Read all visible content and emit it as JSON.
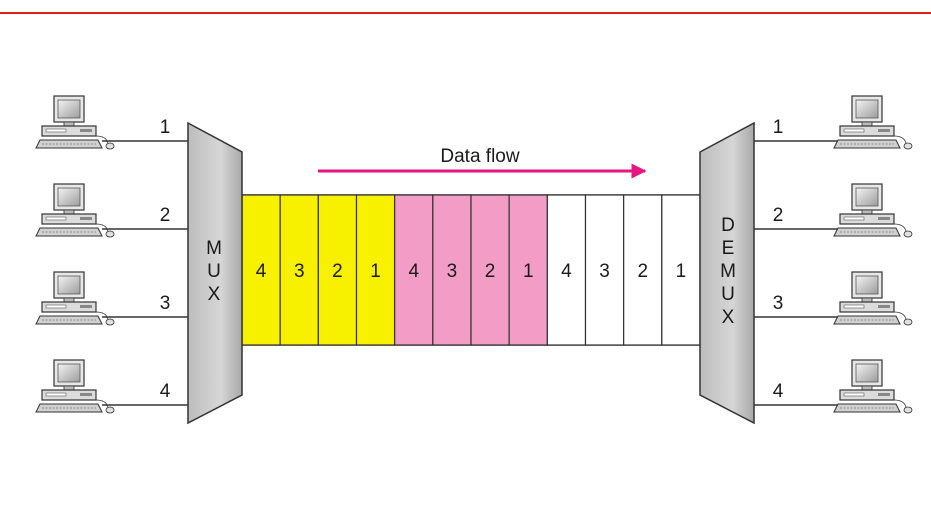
{
  "diagram": {
    "mux_label": "MUX",
    "demux_label": "DEMUX",
    "flow_label": "Data flow",
    "input_lines": [
      "1",
      "2",
      "3",
      "4"
    ],
    "output_lines": [
      "1",
      "2",
      "3",
      "4"
    ],
    "frames": [
      {
        "color": "#f7f100",
        "slots": [
          "4",
          "3",
          "2",
          "1"
        ]
      },
      {
        "color": "#f39cc6",
        "slots": [
          "4",
          "3",
          "2",
          "1"
        ]
      },
      {
        "color": "#ffffff",
        "slots": [
          "4",
          "3",
          "2",
          "1"
        ]
      }
    ],
    "colors": {
      "top_rule": "#e01c24",
      "arrow": "#e6157f",
      "device_fill": "#cfcfcf",
      "device_stroke": "#333333"
    }
  }
}
